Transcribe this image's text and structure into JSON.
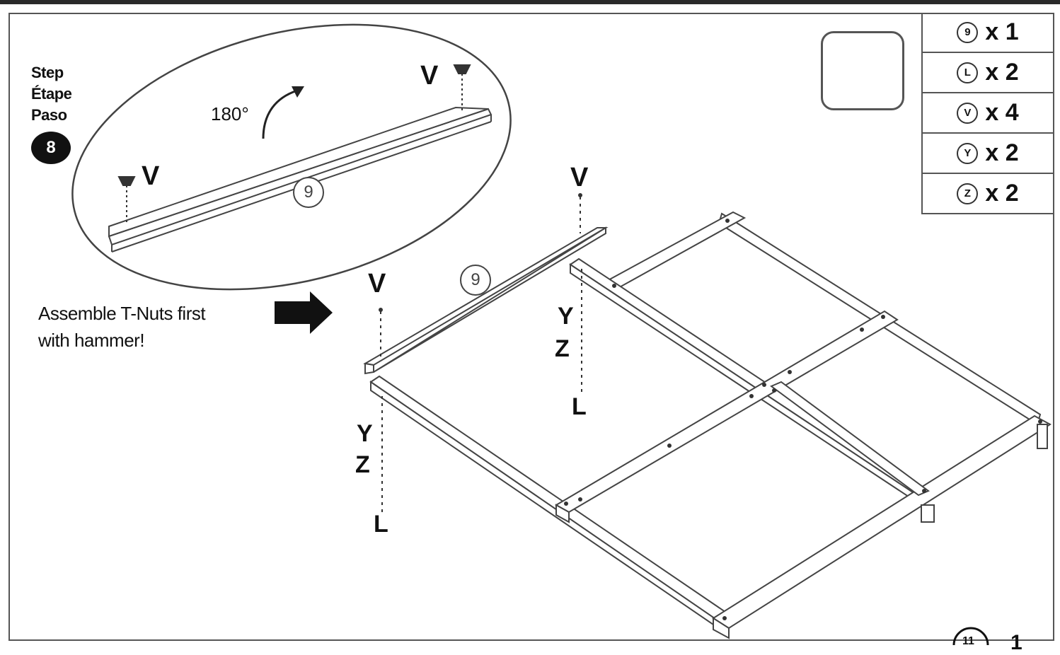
{
  "step": {
    "labels": [
      "Step",
      "Étape",
      "Paso"
    ],
    "number": "8"
  },
  "inset": {
    "rotation": "180°",
    "part": "9",
    "fastener_left": "V",
    "fastener_right": "V"
  },
  "note": {
    "line1": "Assemble T-Nuts first",
    "line2": "with hammer!"
  },
  "tool": {
    "icon": "hammer-icon"
  },
  "parts": [
    {
      "id": "9",
      "qty": "x 1"
    },
    {
      "id": "L",
      "qty": "x 2"
    },
    {
      "id": "V",
      "qty": "x 4"
    },
    {
      "id": "Y",
      "qty": "x 2"
    },
    {
      "id": "Z",
      "qty": "x 2"
    }
  ],
  "main": {
    "left_stack": [
      "V",
      "Y",
      "Z",
      "L"
    ],
    "right_stack": [
      "V",
      "Y",
      "Z",
      "L"
    ],
    "part_callout": "9"
  },
  "corner": {
    "part": "11",
    "qty": "1"
  }
}
